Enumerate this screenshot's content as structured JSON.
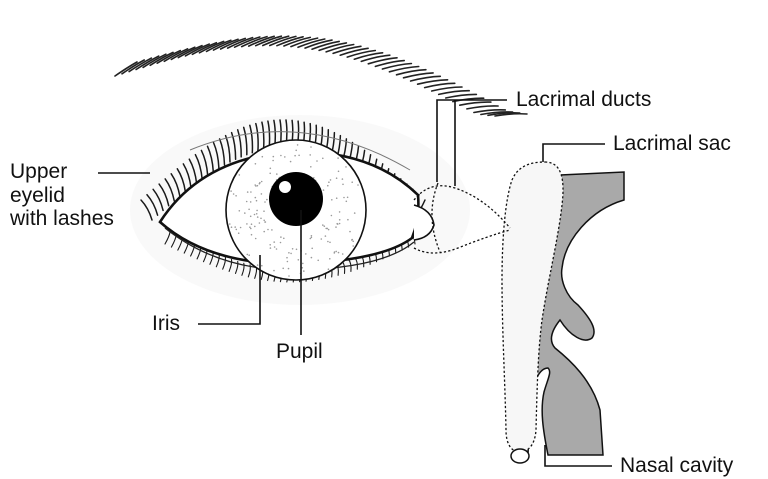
{
  "diagram": {
    "labels": {
      "lacrimal_ducts": "Lacrimal ducts",
      "lacrimal_sac": "Lacrimal sac",
      "upper_eyelid": [
        "Upper",
        "eyelid",
        "with lashes"
      ],
      "iris": "Iris",
      "pupil": "Pupil",
      "nasal_cavity": "Nasal cavity"
    }
  },
  "colors": {
    "ink": "#111111",
    "nasal_tissue": "#a9a9a9",
    "sac_fill": "#f7f7f7",
    "background": "#ffffff"
  }
}
